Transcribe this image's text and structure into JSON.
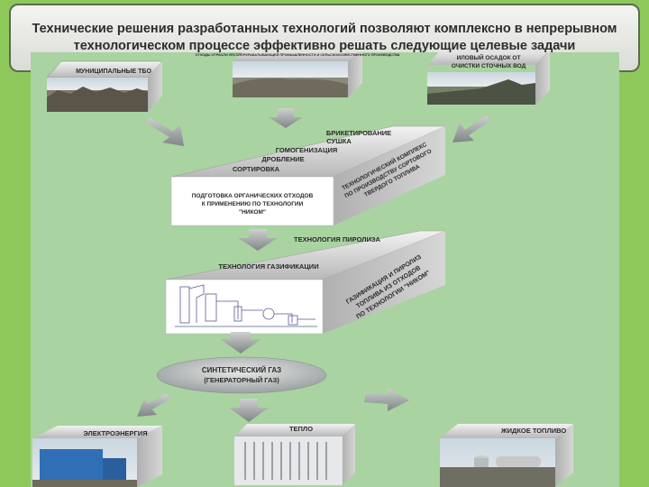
{
  "title": "Технические решения разработанных технологий позволяют комплексно в непрерывном технологическом процессе эффективно решать следующие целевые задачи",
  "sources": [
    {
      "label": "МУНИЦИПАЛЬНЫЕ ТБО"
    },
    {
      "label": "ОТХОДЫ ОТРАСЛИ ЛЕСОПЕРЕРАБАТЫВАЮЩЕЙ ПРОМЫШЛЕННОСТИ И СЕЛЬСКОХОЗЯЙСТВЕННОГО ПРОИЗВОДСТВА"
    },
    {
      "label_line1": "ИЛОВЫЙ ОСАДОК ОТ",
      "label_line2": "ОЧИСТКИ СТОЧНЫХ ВОД"
    }
  ],
  "processing": {
    "steps": [
      "БРИКЕТИРОВАНИЕ",
      "СУШКА",
      "ГОМОГЕНИЗАЦИЯ",
      "ДРОБЛЕНИЕ",
      "СОРТИРОВКА"
    ],
    "front": [
      "ПОДГОТОВКА ОРГАНИЧЕСКИХ ОТХОДОВ",
      "К ПРИМЕНЕНИЮ ПО ТЕХНОЛОГИИ",
      "\"НИКОМ\""
    ],
    "side": [
      "ТЕХНОЛОГИЧЕСКИЙ КОМПЛЕКС",
      "ПО ПРОИЗВОДСТВУ СОРТОВОГО",
      "ТВЕРДОГО ТОПЛИВА"
    ]
  },
  "gasification": {
    "steps": [
      "ТЕХНОЛОГИЯ ПИРОЛИЗА",
      "ТЕХНОЛОГИЯ ГАЗИФИКАЦИИ"
    ],
    "side": [
      "ГАЗИФИКАЦИЯ И ПИРОЛИЗ",
      "ТОПЛИВА ИЗ ОТХОДОВ",
      "ПО ТЕХНОЛОГИИ \"НИКОМ\""
    ]
  },
  "syngas": {
    "line1": "СИНТЕТИЧЕСКИЙ ГАЗ",
    "line2": "(ГЕНЕРАТОРНЫЙ ГАЗ)"
  },
  "outputs": [
    {
      "label": "ЭЛЕКТРОЭНЕРГИЯ"
    },
    {
      "label": "ТЕПЛО"
    },
    {
      "label": "ЖИДКОЕ ТОПЛИВО"
    }
  ]
}
